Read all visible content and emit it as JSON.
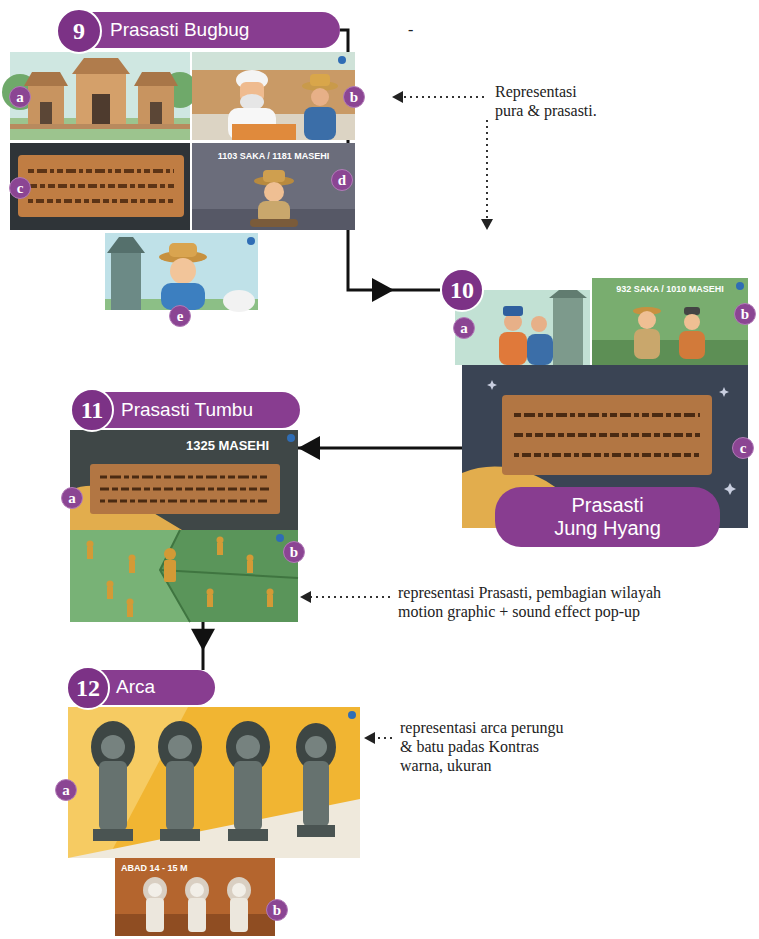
{
  "diagram": {
    "nodes": [
      {
        "text": [
          "Prasasti Bugbug"
        ]
      },
      {
        "text": [
          "9"
        ],
        "in": 0
      },
      {
        "text": [
          "a"
        ]
      },
      {
        "text": [
          "b"
        ]
      },
      {
        "text": [
          "c"
        ]
      },
      {
        "text": [
          "1103 SAKA / 1181 MASEHI",
          "d"
        ]
      },
      {
        "text": [
          "e"
        ]
      },
      {
        "text": [
          "10"
        ]
      },
      {
        "text": [
          "a"
        ]
      },
      {
        "text": [
          "932 SAKA / 1010 MASEHI",
          "b"
        ]
      },
      {
        "text": [
          "c"
        ]
      },
      {
        "text": [
          "Prasasti Jung Hyang"
        ],
        "in": 10
      },
      {
        "text": [
          "Prasasti Tumbu"
        ]
      },
      {
        "text": [
          "11"
        ],
        "in": 12
      },
      {
        "text": [
          "1325 MASEHI",
          "a"
        ]
      },
      {
        "text": [
          "b"
        ]
      },
      {
        "text": [
          "Arca"
        ]
      },
      {
        "text": [
          "12"
        ],
        "in": 16
      },
      {
        "text": [
          "a"
        ]
      },
      {
        "text": [
          "ABAD 14 - 15 M",
          "b"
        ]
      }
    ],
    "edges": [
      {
        "from": 0,
        "to": 7,
        "arrow": "to"
      },
      {
        "from": 10,
        "to": 14,
        "arrow": "to"
      },
      {
        "from": 15,
        "to": 16,
        "arrow": "to"
      }
    ],
    "labels": [
      "-",
      "Representasi pura & prasasti.",
      "representasi Prasasti, pembagian wilayah motion graphic + sound effect pop-up",
      "representasi arca perungu & batu padas Kontras warna, ukuran"
    ]
  }
}
